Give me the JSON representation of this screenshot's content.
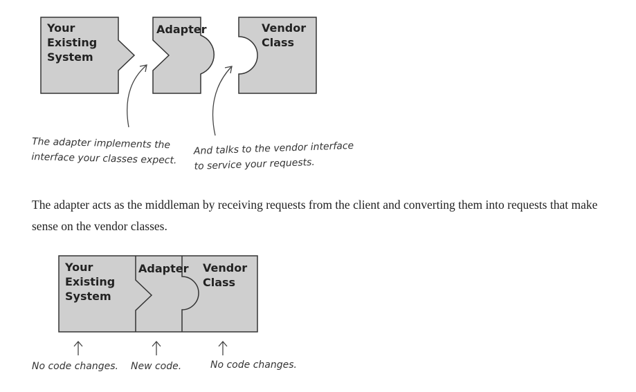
{
  "colors": {
    "box_fill": "#cfcfcf",
    "stroke": "#333333"
  },
  "top_diagram": {
    "existing_system": [
      "Your",
      "Existing",
      "System"
    ],
    "adapter": [
      "Adapter"
    ],
    "vendor_class": [
      "Vendor",
      "Class"
    ],
    "annotation_left": [
      "The adapter implements the",
      "interface your classes expect."
    ],
    "annotation_right": [
      "And talks to the vendor interface",
      "to service your requests."
    ]
  },
  "paragraph": "The adapter acts as the middleman by receiving requests from the client and converting them into requests that make sense on the vendor classes.",
  "bottom_diagram": {
    "existing_system": [
      "Your",
      "Existing",
      "System"
    ],
    "adapter": [
      "Adapter"
    ],
    "vendor_class": [
      "Vendor",
      "Class"
    ],
    "label_left": "No code changes.",
    "label_middle": "New code.",
    "label_right": "No code changes."
  }
}
